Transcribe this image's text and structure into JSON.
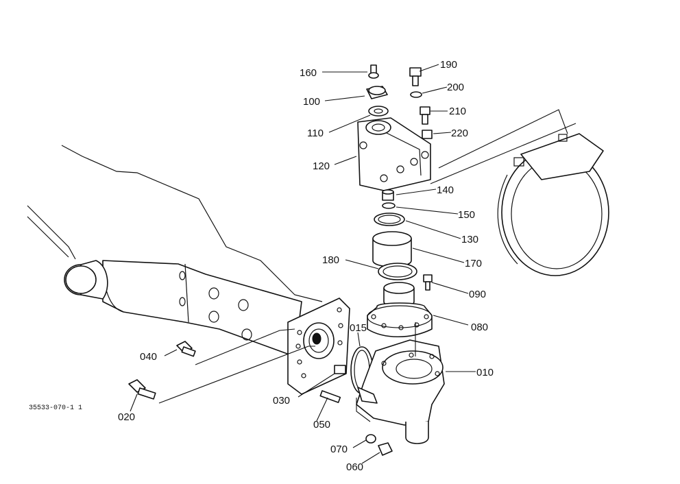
{
  "drawing_code": "35533-070-1 1",
  "callouts": {
    "c010": "010",
    "c015": "015",
    "c020": "020",
    "c030": "030",
    "c040": "040",
    "c050": "050",
    "c060": "060",
    "c070": "070",
    "c080": "080",
    "c090": "090",
    "c100": "100",
    "c110": "110",
    "c120": "120",
    "c130": "130",
    "c140": "140",
    "c150": "150",
    "c160": "160",
    "c170": "170",
    "c180": "180",
    "c190": "190",
    "c200": "200",
    "c210": "210",
    "c220": "220"
  }
}
